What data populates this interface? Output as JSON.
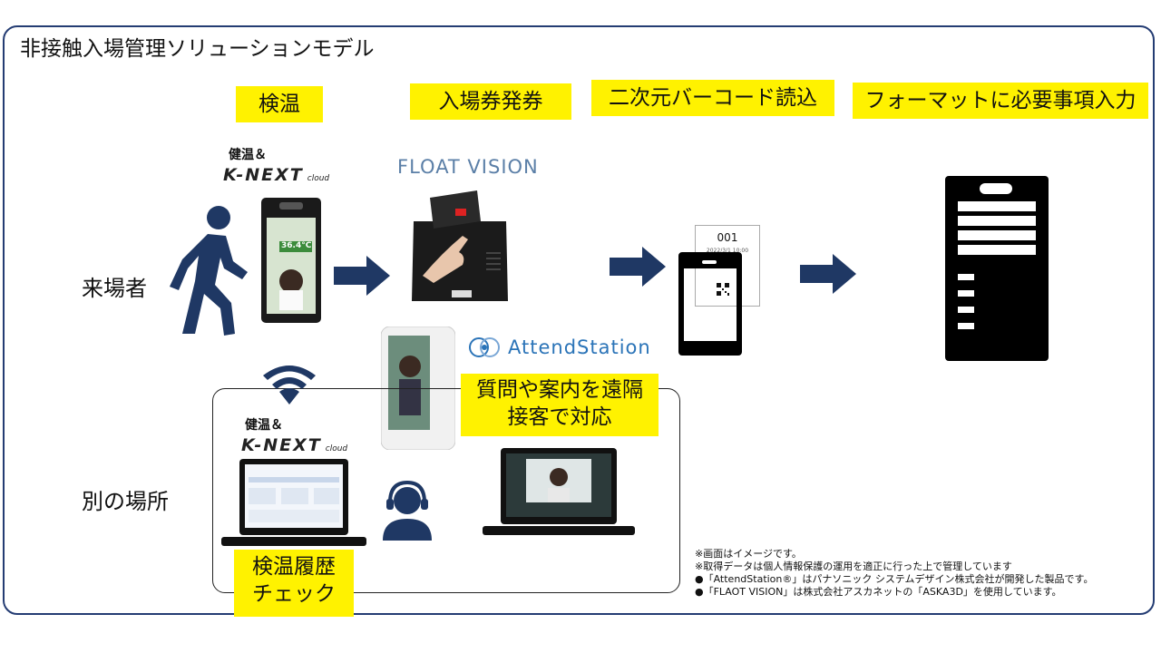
{
  "title": "非接触入場管理ソリューションモデル",
  "steps": [
    {
      "label": "検温"
    },
    {
      "label": "入場券発券"
    },
    {
      "label": "二次元バーコード読込"
    },
    {
      "label": "フォーマットに必要事項入力"
    }
  ],
  "rows": {
    "visitor": "来場者",
    "remote": "別の場所"
  },
  "brands": {
    "health_temp": "健温＆",
    "knext": "K-NEXT",
    "knext_cloud": "cloud",
    "float_vision": "FLOAT VISION",
    "attend_station": "AttendStation"
  },
  "device": {
    "temperature": "36.4°C"
  },
  "ticket": {
    "number": "001",
    "date": "2022/3/1 10:00"
  },
  "callouts": {
    "remote_support": [
      "質問や案内を遠隔",
      "接客で対応"
    ],
    "temp_history": [
      "検温履歴",
      "チェック"
    ]
  },
  "notes": [
    "※画面はイメージです。",
    "※取得データは個人情報保護の運用を適正に行った上で管理しています",
    "●「AttendStation®」はパナソニック システムデザイン株式会社が開発した製品です。",
    "●「FLAOT VISION」は株式会社アスカネットの「ASKA3D」を使用しています。"
  ],
  "colors": {
    "frame": "#243c73",
    "highlight": "#fff200",
    "arrow": "#1f3864",
    "icon": "#1f3864"
  }
}
